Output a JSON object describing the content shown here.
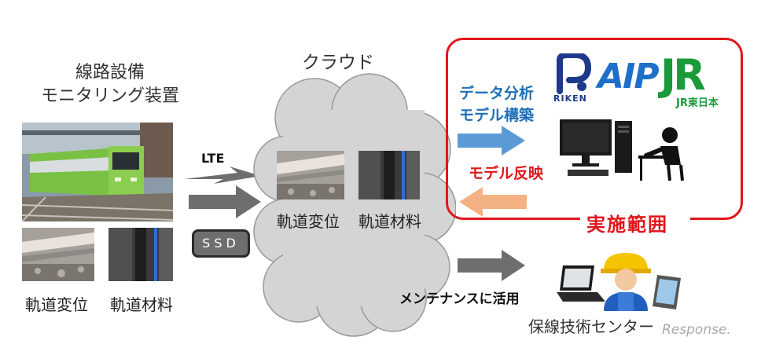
{
  "left": {
    "title_line1": "線路設備",
    "title_line2": "モニタリング装置",
    "caption_displacement": "軌道変位",
    "caption_material": "軌道材料"
  },
  "transfer": {
    "lte_label": "LTE",
    "ssd_label": "SSD"
  },
  "cloud": {
    "title": "クラウド",
    "caption_displacement": "軌道変位",
    "caption_material": "軌道材料"
  },
  "scope": {
    "analysis_line1": "データ分析",
    "analysis_line2": "モデル構築",
    "reflect_label": "モデル反映",
    "scope_label": "実施範囲",
    "logos": {
      "riken": "RIKEN",
      "aip": "AIP",
      "jr": "JR",
      "jr_east": "JR東日本"
    }
  },
  "maintenance": {
    "usage_label": "メンテナンスに活用",
    "center_label": "保線技術センター"
  },
  "watermark": "Response.",
  "colors": {
    "scope_border": "#e0161b",
    "scope_title": "#e0161b",
    "analysis_text": "#1f6fb5",
    "reflect_text": "#e0161b",
    "arrow_blue": "#5b9bd5",
    "arrow_orange": "#f4b183",
    "arrow_gray": "#6e6e6e",
    "cloud_fill": "#d4d4d4",
    "jr_green": "#1a9a3a",
    "riken_blue": "#1d3a8a",
    "aip_blue": "#1e6fc7"
  }
}
